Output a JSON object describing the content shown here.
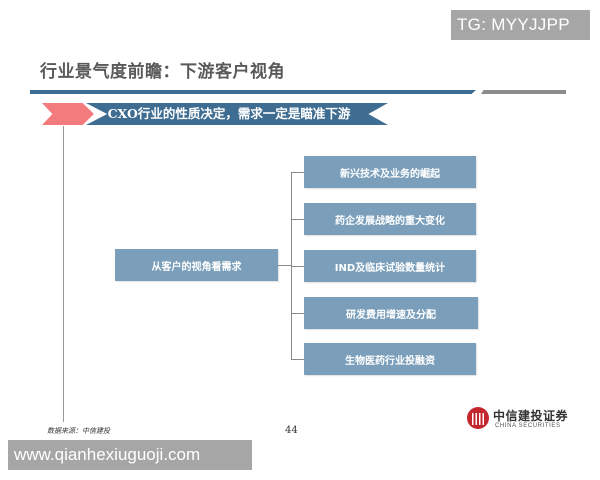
{
  "watermarks": {
    "top_right": "TG: MYYJJPP",
    "bottom_left": "www.qianhexiuguoji.com"
  },
  "slide": {
    "title": "行业景气度前瞻：下游客户视角",
    "banner": "CXO行业的性质决定，需求一定是瞄准下游",
    "diagram": {
      "root": "从客户的视角看需求",
      "children": [
        "新兴技术及业务的崛起",
        "药企发展战略的重大变化",
        "IND及临床试验数量统计",
        "研发费用增速及分配",
        "生物医药行业投融资"
      ]
    },
    "source": "数据来源：中信建投",
    "page_number": "44",
    "logo": {
      "cn": "中信建投证券",
      "en": "CHINA SECURITIES"
    }
  },
  "colors": {
    "primary_blue": "#3f6d91",
    "node_blue": "#7b9fba",
    "accent_pink": "#f47b7d",
    "rule_gray": "#8c8c8c",
    "logo_red": "#c4262e",
    "watermark_gray": "#a6a6a6"
  }
}
